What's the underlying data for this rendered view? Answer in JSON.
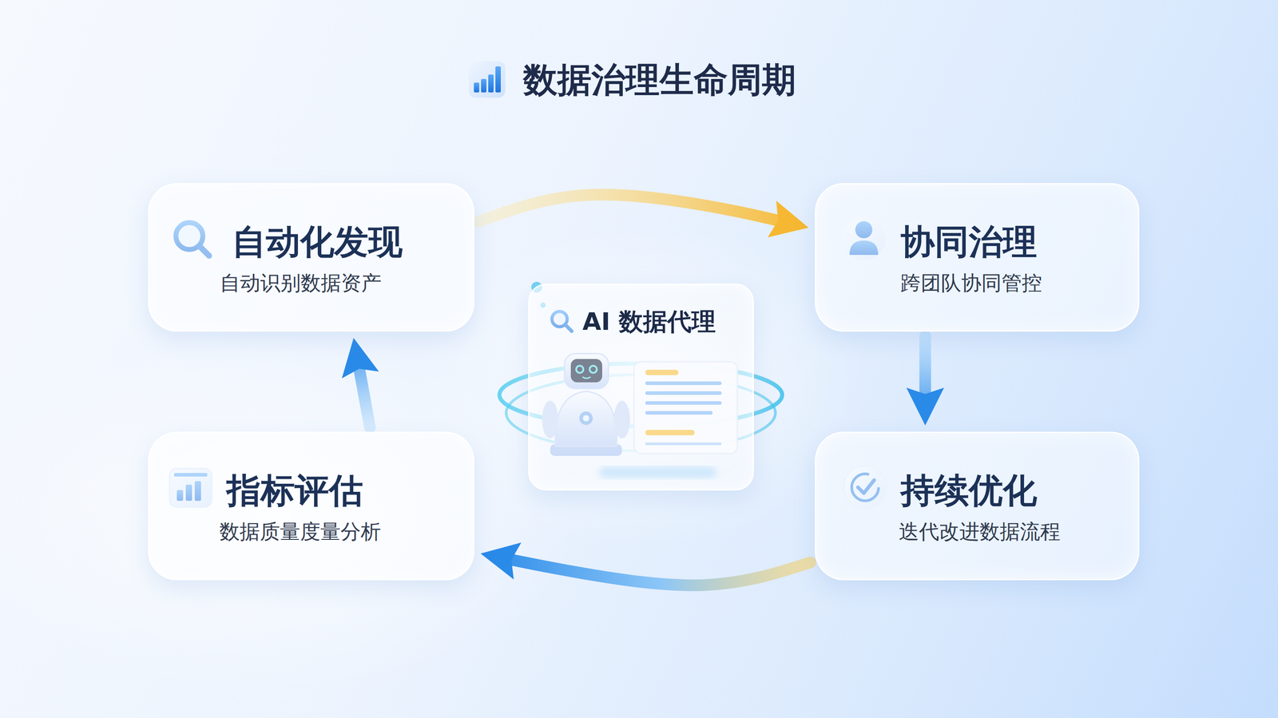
{
  "diagram": {
    "title": "数据治理生命周期",
    "nodes": [
      {
        "text": [
          "自动化发现",
          "自动识别数据资产"
        ]
      },
      {
        "text": [
          "协同治理",
          "跨团队协同管控"
        ]
      },
      {
        "text": [
          "AI 数据代理"
        ]
      },
      {
        "text": [
          "指标评估",
          "数据质量度量分析"
        ]
      },
      {
        "text": [
          "持续优化",
          "迭代改进数据流程"
        ]
      }
    ],
    "edges": [
      {
        "from": 0,
        "to": 1,
        "arrow": "to"
      },
      {
        "from": 1,
        "to": 4,
        "arrow": "to"
      },
      {
        "from": 4,
        "to": 3,
        "arrow": "to"
      },
      {
        "from": 3,
        "to": 0,
        "arrow": "to"
      }
    ]
  }
}
